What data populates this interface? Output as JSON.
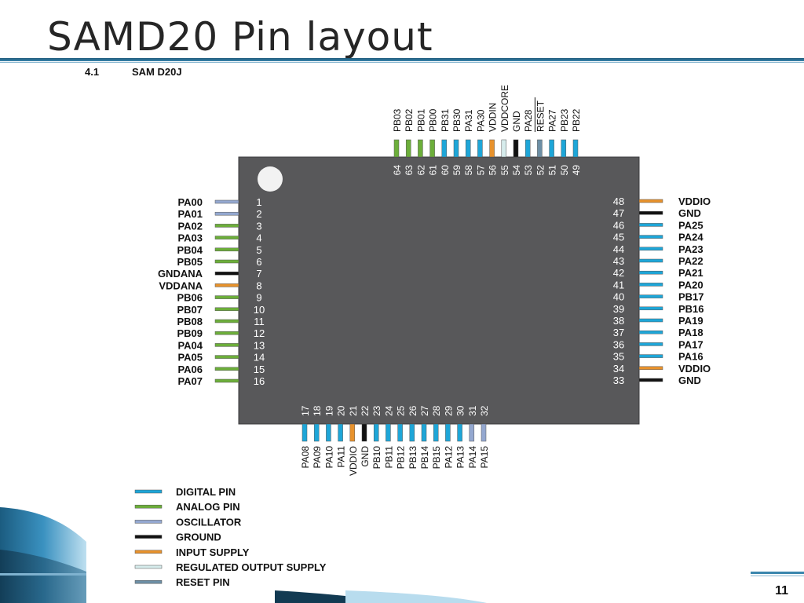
{
  "slide": {
    "title": "SAMD20 Pin layout",
    "section_number": "4.1",
    "section_title": "SAM D20J",
    "page_number": "11"
  },
  "colors": {
    "digital": "#1ea6d8",
    "analog": "#6cae3a",
    "oscillator": "#94a8d0",
    "ground": "#111111",
    "input_supply": "#e8922c",
    "regulated_output_supply": "#d6ecec",
    "reset": "#6d8fa5",
    "chip_body": "#58585a"
  },
  "chip": {
    "left_pins": [
      {
        "num": "1",
        "name": "PA00",
        "type": "oscillator"
      },
      {
        "num": "2",
        "name": "PA01",
        "type": "oscillator"
      },
      {
        "num": "3",
        "name": "PA02",
        "type": "analog"
      },
      {
        "num": "4",
        "name": "PA03",
        "type": "analog"
      },
      {
        "num": "5",
        "name": "PB04",
        "type": "analog"
      },
      {
        "num": "6",
        "name": "PB05",
        "type": "analog"
      },
      {
        "num": "7",
        "name": "GNDANA",
        "type": "ground"
      },
      {
        "num": "8",
        "name": "VDDANA",
        "type": "input_supply"
      },
      {
        "num": "9",
        "name": "PB06",
        "type": "analog"
      },
      {
        "num": "10",
        "name": "PB07",
        "type": "analog"
      },
      {
        "num": "11",
        "name": "PB08",
        "type": "analog"
      },
      {
        "num": "12",
        "name": "PB09",
        "type": "analog"
      },
      {
        "num": "13",
        "name": "PA04",
        "type": "analog"
      },
      {
        "num": "14",
        "name": "PA05",
        "type": "analog"
      },
      {
        "num": "15",
        "name": "PA06",
        "type": "analog"
      },
      {
        "num": "16",
        "name": "PA07",
        "type": "analog"
      }
    ],
    "bottom_pins": [
      {
        "num": "17",
        "name": "PA08",
        "type": "digital"
      },
      {
        "num": "18",
        "name": "PA09",
        "type": "digital"
      },
      {
        "num": "19",
        "name": "PA10",
        "type": "digital"
      },
      {
        "num": "20",
        "name": "PA11",
        "type": "digital"
      },
      {
        "num": "21",
        "name": "VDDIO",
        "type": "input_supply"
      },
      {
        "num": "22",
        "name": "GND",
        "type": "ground"
      },
      {
        "num": "23",
        "name": "PB10",
        "type": "digital"
      },
      {
        "num": "24",
        "name": "PB11",
        "type": "digital"
      },
      {
        "num": "25",
        "name": "PB12",
        "type": "digital"
      },
      {
        "num": "26",
        "name": "PB13",
        "type": "digital"
      },
      {
        "num": "27",
        "name": "PB14",
        "type": "digital"
      },
      {
        "num": "28",
        "name": "PB15",
        "type": "digital"
      },
      {
        "num": "29",
        "name": "PA12",
        "type": "digital"
      },
      {
        "num": "30",
        "name": "PA13",
        "type": "digital"
      },
      {
        "num": "31",
        "name": "PA14",
        "type": "oscillator"
      },
      {
        "num": "32",
        "name": "PA15",
        "type": "oscillator"
      }
    ],
    "right_pins": [
      {
        "num": "33",
        "name": "GND",
        "type": "ground"
      },
      {
        "num": "34",
        "name": "VDDIO",
        "type": "input_supply"
      },
      {
        "num": "35",
        "name": "PA16",
        "type": "digital"
      },
      {
        "num": "36",
        "name": "PA17",
        "type": "digital"
      },
      {
        "num": "37",
        "name": "PA18",
        "type": "digital"
      },
      {
        "num": "38",
        "name": "PA19",
        "type": "digital"
      },
      {
        "num": "39",
        "name": "PB16",
        "type": "digital"
      },
      {
        "num": "40",
        "name": "PB17",
        "type": "digital"
      },
      {
        "num": "41",
        "name": "PA20",
        "type": "digital"
      },
      {
        "num": "42",
        "name": "PA21",
        "type": "digital"
      },
      {
        "num": "43",
        "name": "PA22",
        "type": "digital"
      },
      {
        "num": "44",
        "name": "PA23",
        "type": "digital"
      },
      {
        "num": "45",
        "name": "PA24",
        "type": "digital"
      },
      {
        "num": "46",
        "name": "PA25",
        "type": "digital"
      },
      {
        "num": "47",
        "name": "GND",
        "type": "ground"
      },
      {
        "num": "48",
        "name": "VDDIO",
        "type": "input_supply"
      }
    ],
    "top_pins": [
      {
        "num": "49",
        "name": "PB22",
        "type": "digital"
      },
      {
        "num": "50",
        "name": "PB23",
        "type": "digital"
      },
      {
        "num": "51",
        "name": "PA27",
        "type": "digital"
      },
      {
        "num": "52",
        "name": "RESET",
        "type": "reset"
      },
      {
        "num": "53",
        "name": "PA28",
        "type": "digital"
      },
      {
        "num": "54",
        "name": "GND",
        "type": "ground"
      },
      {
        "num": "55",
        "name": "VDDCORE",
        "type": "regulated_output_supply"
      },
      {
        "num": "56",
        "name": "VDDIN",
        "type": "input_supply"
      },
      {
        "num": "57",
        "name": "PA30",
        "type": "digital"
      },
      {
        "num": "58",
        "name": "PA31",
        "type": "digital"
      },
      {
        "num": "59",
        "name": "PB30",
        "type": "digital"
      },
      {
        "num": "60",
        "name": "PB31",
        "type": "digital"
      },
      {
        "num": "61",
        "name": "PB00",
        "type": "analog"
      },
      {
        "num": "62",
        "name": "PB01",
        "type": "analog"
      },
      {
        "num": "63",
        "name": "PB02",
        "type": "analog"
      },
      {
        "num": "64",
        "name": "PB03",
        "type": "analog"
      }
    ]
  },
  "legend": [
    {
      "label": "DIGITAL PIN",
      "type": "digital"
    },
    {
      "label": "ANALOG PIN",
      "type": "analog"
    },
    {
      "label": "OSCILLATOR",
      "type": "oscillator"
    },
    {
      "label": "GROUND",
      "type": "ground"
    },
    {
      "label": "INPUT SUPPLY",
      "type": "input_supply"
    },
    {
      "label": "REGULATED OUTPUT SUPPLY",
      "type": "regulated_output_supply"
    },
    {
      "label": "RESET PIN",
      "type": "reset"
    }
  ]
}
